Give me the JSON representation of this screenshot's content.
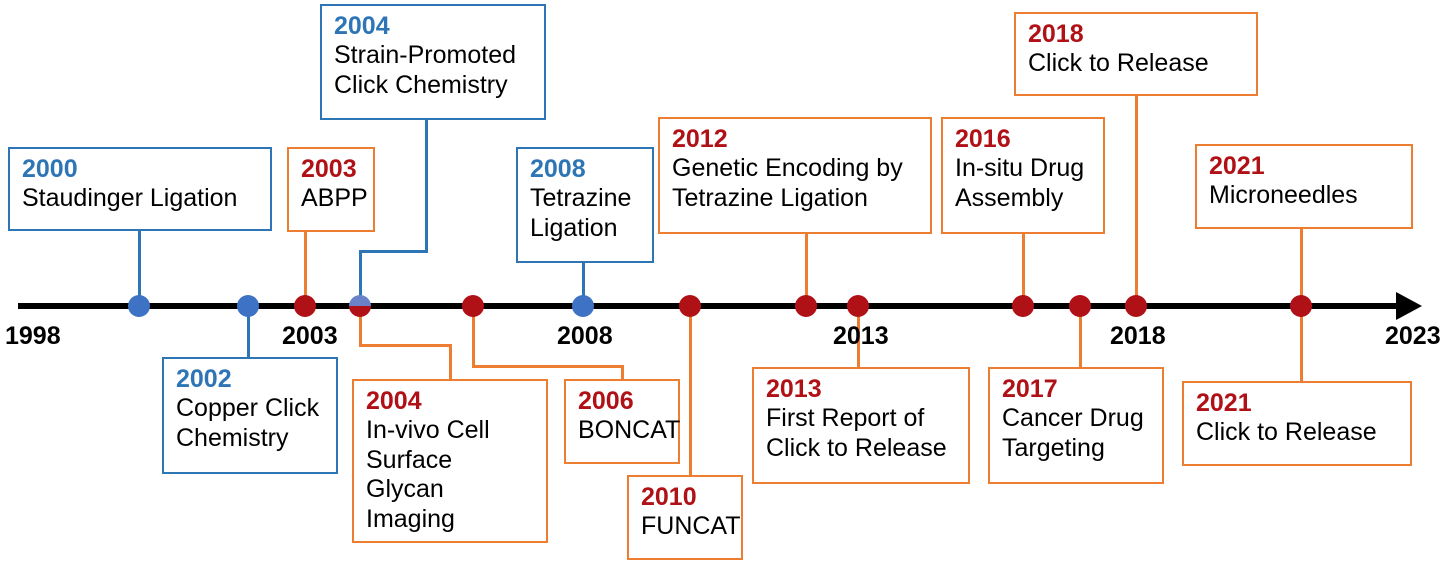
{
  "figure": {
    "type": "timeline",
    "title": "",
    "axis": {
      "start_year": 1998,
      "end_year": 2023,
      "tick_labels": [
        "1998",
        "2003",
        "2008",
        "2013",
        "2018",
        "2023"
      ],
      "arrow_direction": "right",
      "line_color": "#000000"
    },
    "legend_colors": {
      "blue_category": "#2E75B6",
      "red_category": "#B01116",
      "orange_border": "#ED7D31",
      "blue_border": "#2E75B6",
      "blue_dot": "#3D72C4",
      "red_dot": "#B01116"
    }
  },
  "events": [
    {
      "year": "2000",
      "label": "Staudinger Ligation",
      "color": "blue",
      "position": "above"
    },
    {
      "year": "2002",
      "label": "Copper Click\nChemistry",
      "color": "blue",
      "position": "below"
    },
    {
      "year": "2003",
      "label": "ABPP",
      "color": "orange",
      "position": "above"
    },
    {
      "year": "2004",
      "label": "Strain-Promoted\nClick Chemistry",
      "color": "blue",
      "position": "above"
    },
    {
      "year": "2004",
      "label": "In-vivo Cell\nSurface Glycan\nImaging",
      "color": "orange",
      "position": "below"
    },
    {
      "year": "2006",
      "label": "BONCAT",
      "color": "orange",
      "position": "below"
    },
    {
      "year": "2008",
      "label": "Tetrazine\nLigation",
      "color": "blue",
      "position": "above"
    },
    {
      "year": "2010",
      "label": "FUNCAT",
      "color": "orange",
      "position": "below"
    },
    {
      "year": "2012",
      "label": "Genetic Encoding by\nTetrazine Ligation",
      "color": "orange",
      "position": "above"
    },
    {
      "year": "2013",
      "label": "First Report of\nClick to Release",
      "color": "orange",
      "position": "below"
    },
    {
      "year": "2016",
      "label": "In-situ Drug\nAssembly",
      "color": "orange",
      "position": "above"
    },
    {
      "year": "2017",
      "label": "Cancer Drug\nTargeting",
      "color": "orange",
      "position": "below"
    },
    {
      "year": "2018",
      "label": "Click to Release",
      "color": "orange",
      "position": "above"
    },
    {
      "year": "2021",
      "label": "Microneedles",
      "color": "orange",
      "position": "above"
    },
    {
      "year": "2021",
      "label": "Click to Release",
      "color": "orange",
      "position": "below"
    }
  ],
  "axis_ticks": [
    {
      "label": "1998"
    },
    {
      "label": "2003"
    },
    {
      "label": "2008"
    },
    {
      "label": "2013"
    },
    {
      "label": "2018"
    },
    {
      "label": "2023"
    }
  ],
  "markers": [
    {
      "year": "2000",
      "style": "blue"
    },
    {
      "year": "2002",
      "style": "blue"
    },
    {
      "year": "2003",
      "style": "red"
    },
    {
      "year": "2004",
      "style": "split"
    },
    {
      "year": "2006",
      "style": "red"
    },
    {
      "year": "2008",
      "style": "blue"
    },
    {
      "year": "2010",
      "style": "red"
    },
    {
      "year": "2012",
      "style": "red"
    },
    {
      "year": "2013",
      "style": "red"
    },
    {
      "year": "2016",
      "style": "red"
    },
    {
      "year": "2017",
      "style": "red"
    },
    {
      "year": "2018",
      "style": "red"
    },
    {
      "year": "2021",
      "style": "red"
    }
  ]
}
